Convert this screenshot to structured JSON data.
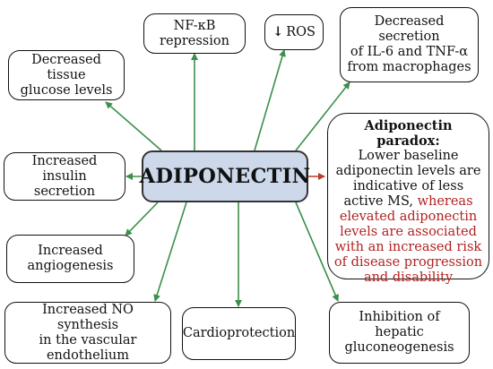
{
  "center": {
    "label": "ADIPONECTIN"
  },
  "nodes": {
    "nfkb": {
      "lines": [
        "NF-κB",
        "repression"
      ]
    },
    "ros": {
      "arrow": "↓",
      "label": "ROS"
    },
    "il6": {
      "lines": [
        "Decreased secretion",
        "of IL-6 and TNF-α",
        "from macrophages"
      ]
    },
    "glucose": {
      "lines": [
        "Decreased tissue",
        "glucose levels"
      ]
    },
    "insulin": {
      "lines": [
        "Increased insulin",
        "secretion"
      ]
    },
    "angio": {
      "lines": [
        "Increased",
        "angiogenesis"
      ]
    },
    "no": {
      "lines": [
        "Increased NO synthesis",
        "in the vascular",
        "endothelium"
      ]
    },
    "cardio": {
      "lines": [
        "Cardioprotection"
      ]
    },
    "hepatic": {
      "lines": [
        "Inhibition of hepatic",
        "gluconeogenesis"
      ]
    }
  },
  "paradox": {
    "title": "Adiponectin paradox:",
    "black_text": "Lower baseline adiponectin levels are indicative of less active MS,",
    "red_text": "whereas elevated adiponectin levels are associated with an increased risk of disease progression and disability"
  },
  "colors": {
    "arrow_green": "#3a8f4a",
    "arrow_red": "#c0392b",
    "center_fill": "#cdd9ea",
    "paradox_red": "#b22222"
  }
}
